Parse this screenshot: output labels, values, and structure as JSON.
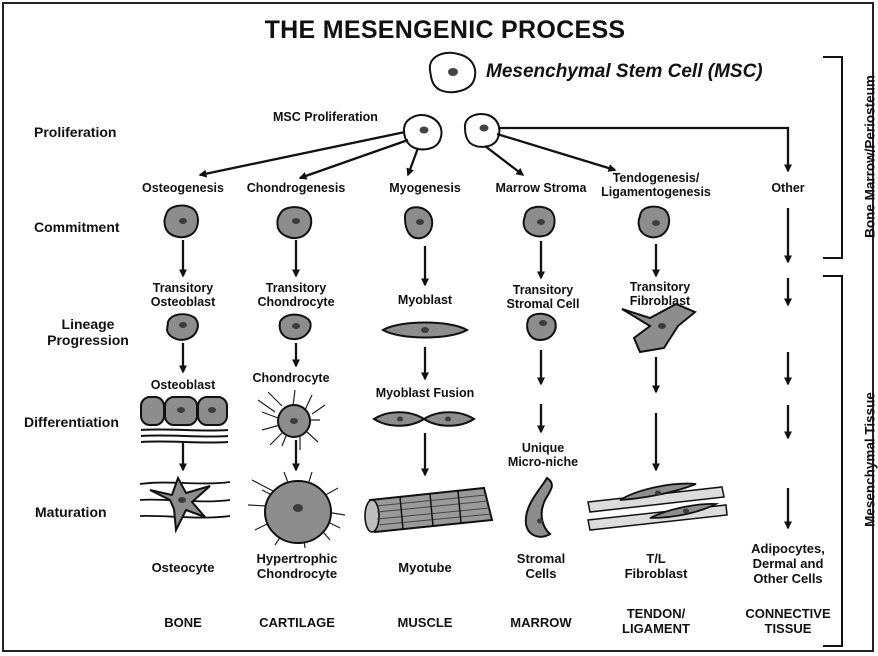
{
  "title": "THE MESENGENIC PROCESS",
  "msc_label": "Mesenchymal Stem Cell (MSC)",
  "msc_proliferation": "MSC Proliferation",
  "stages": [
    "Proliferation",
    "Commitment",
    "Lineage\nProgression",
    "Differentiation",
    "Maturation"
  ],
  "lineages": [
    "Osteogenesis",
    "Chondrogenesis",
    "Myogenesis",
    "Marrow Stroma",
    "Tendogenesis/\nLigamentogenesis",
    "Other"
  ],
  "transitory": [
    "Transitory\nOsteoblast",
    "Transitory\nChondrocyte",
    "Myoblast",
    "Transitory\nStromal Cell",
    "Transitory\nFibroblast"
  ],
  "differentiation_labels": [
    "Osteoblast",
    "Chondrocyte",
    "Myoblast Fusion",
    "Unique\nMicro-niche"
  ],
  "final_cells": [
    "Osteocyte",
    "Hypertrophic\nChondrocyte",
    "Myotube",
    "Stromal\nCells",
    "T/L\nFibroblast",
    "Adipocytes,\nDermal and\nOther Cells"
  ],
  "tissues": [
    "BONE",
    "CARTILAGE",
    "MUSCLE",
    "MARROW",
    "TENDON/\nLIGAMENT",
    "CONNECTIVE\nTISSUE"
  ],
  "side_labels": {
    "top": "Bone Marrow/Periosteum",
    "bottom": "Mesenchymal Tissue"
  },
  "colors": {
    "cell_fill": "#8d8d8d",
    "nucleus": "#3c3c3c",
    "line": "#111111",
    "background": "#ffffff"
  }
}
